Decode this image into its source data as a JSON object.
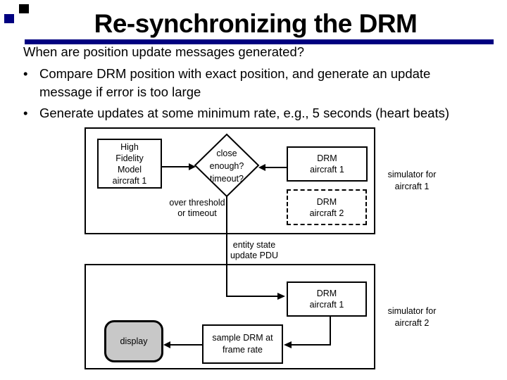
{
  "slide": {
    "title": "Re-synchronizing the DRM",
    "intro": "When are position update messages generated?",
    "bullet_glyph": "•",
    "bullets": [
      "Compare DRM position with exact position, and generate an update\nmessage if error is too large",
      "Generate updates at some minimum rate, e.g., 5 seconds (heart beats)"
    ]
  },
  "diagram": {
    "high_fidelity_box": "High\nFidelity\nModel\naircraft 1",
    "decision_diamond": "close\nenough?\ntimeout?",
    "drm_aircraft1_top": "DRM\naircraft 1",
    "drm_aircraft2_dashed": "DRM\naircraft 2",
    "simulator1_label": "simulator for\naircraft 1",
    "over_threshold_label": "over threshold\nor timeout",
    "entity_state_label": "entity state\nupdate PDU",
    "drm_aircraft1_bottom": "DRM\naircraft 1",
    "simulator2_label": "simulator for\naircraft 2",
    "display_box": "display",
    "sample_box": "sample DRM at\nframe rate"
  },
  "colors": {
    "title_underline": "#000080",
    "decoration_square_top": "#000000",
    "decoration_square_bottom": "#000080",
    "display_fill": "#c8c8c8",
    "diagram_stroke": "#000000",
    "text": "#000000"
  }
}
